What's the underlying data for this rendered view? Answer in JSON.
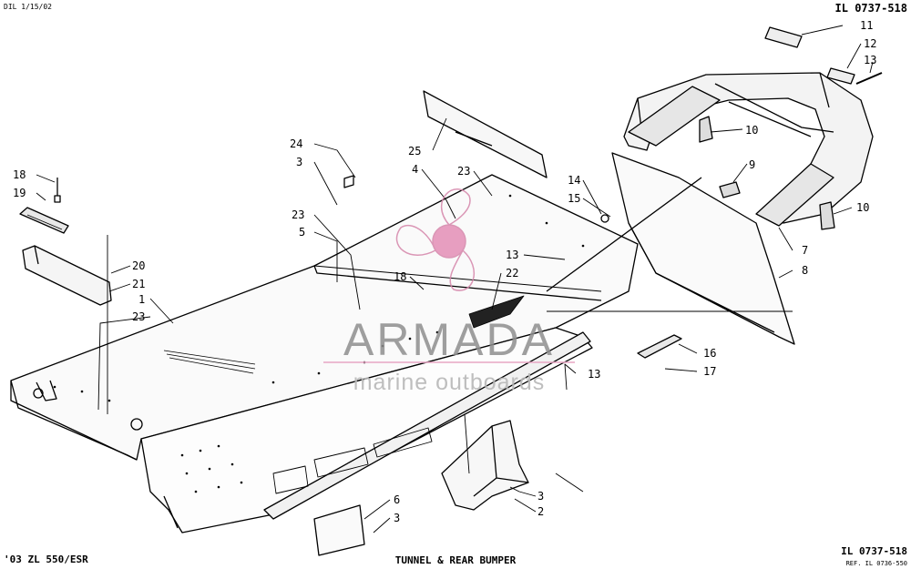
{
  "header": {
    "date_code": "DIL 1/15/02",
    "illustration_top": "IL 0737-518"
  },
  "footer": {
    "model": "'03 ZL 550/ESR",
    "title": "TUNNEL & REAR BUMPER",
    "illustration_bottom": "IL 0737-518",
    "reference": "REF. IL 0736-550"
  },
  "watermark": {
    "brand": "ARMADA",
    "tagline": "marine outboards",
    "colors": {
      "propeller": "#e8a6c4",
      "brand": "#8f8f8f",
      "tagline": "#b8b8b8"
    }
  },
  "callouts": [
    {
      "id": "c-18a",
      "label": "18"
    },
    {
      "id": "c-19",
      "label": "19"
    },
    {
      "id": "c-20",
      "label": "20"
    },
    {
      "id": "c-21",
      "label": "21"
    },
    {
      "id": "c-1",
      "label": "1"
    },
    {
      "id": "c-23a",
      "label": "23"
    },
    {
      "id": "c-24",
      "label": "24"
    },
    {
      "id": "c-3a",
      "label": "3"
    },
    {
      "id": "c-23b",
      "label": "23"
    },
    {
      "id": "c-5",
      "label": "5"
    },
    {
      "id": "c-25",
      "label": "25"
    },
    {
      "id": "c-4",
      "label": "4"
    },
    {
      "id": "c-23c",
      "label": "23"
    },
    {
      "id": "c-18b",
      "label": "18"
    },
    {
      "id": "c-22",
      "label": "22"
    },
    {
      "id": "c-13a",
      "label": "13"
    },
    {
      "id": "c-14",
      "label": "14"
    },
    {
      "id": "c-15",
      "label": "15"
    },
    {
      "id": "c-9",
      "label": "9"
    },
    {
      "id": "c-10a",
      "label": "10"
    },
    {
      "id": "c-10b",
      "label": "10"
    },
    {
      "id": "c-11",
      "label": "11"
    },
    {
      "id": "c-12",
      "label": "12"
    },
    {
      "id": "c-13b",
      "label": "13"
    },
    {
      "id": "c-7",
      "label": "7"
    },
    {
      "id": "c-8",
      "label": "8"
    },
    {
      "id": "c-16",
      "label": "16"
    },
    {
      "id": "c-17",
      "label": "17"
    },
    {
      "id": "c-13c",
      "label": "13"
    },
    {
      "id": "c-3b",
      "label": "3"
    },
    {
      "id": "c-2",
      "label": "2"
    },
    {
      "id": "c-6",
      "label": "6"
    },
    {
      "id": "c-3c",
      "label": "3"
    }
  ]
}
